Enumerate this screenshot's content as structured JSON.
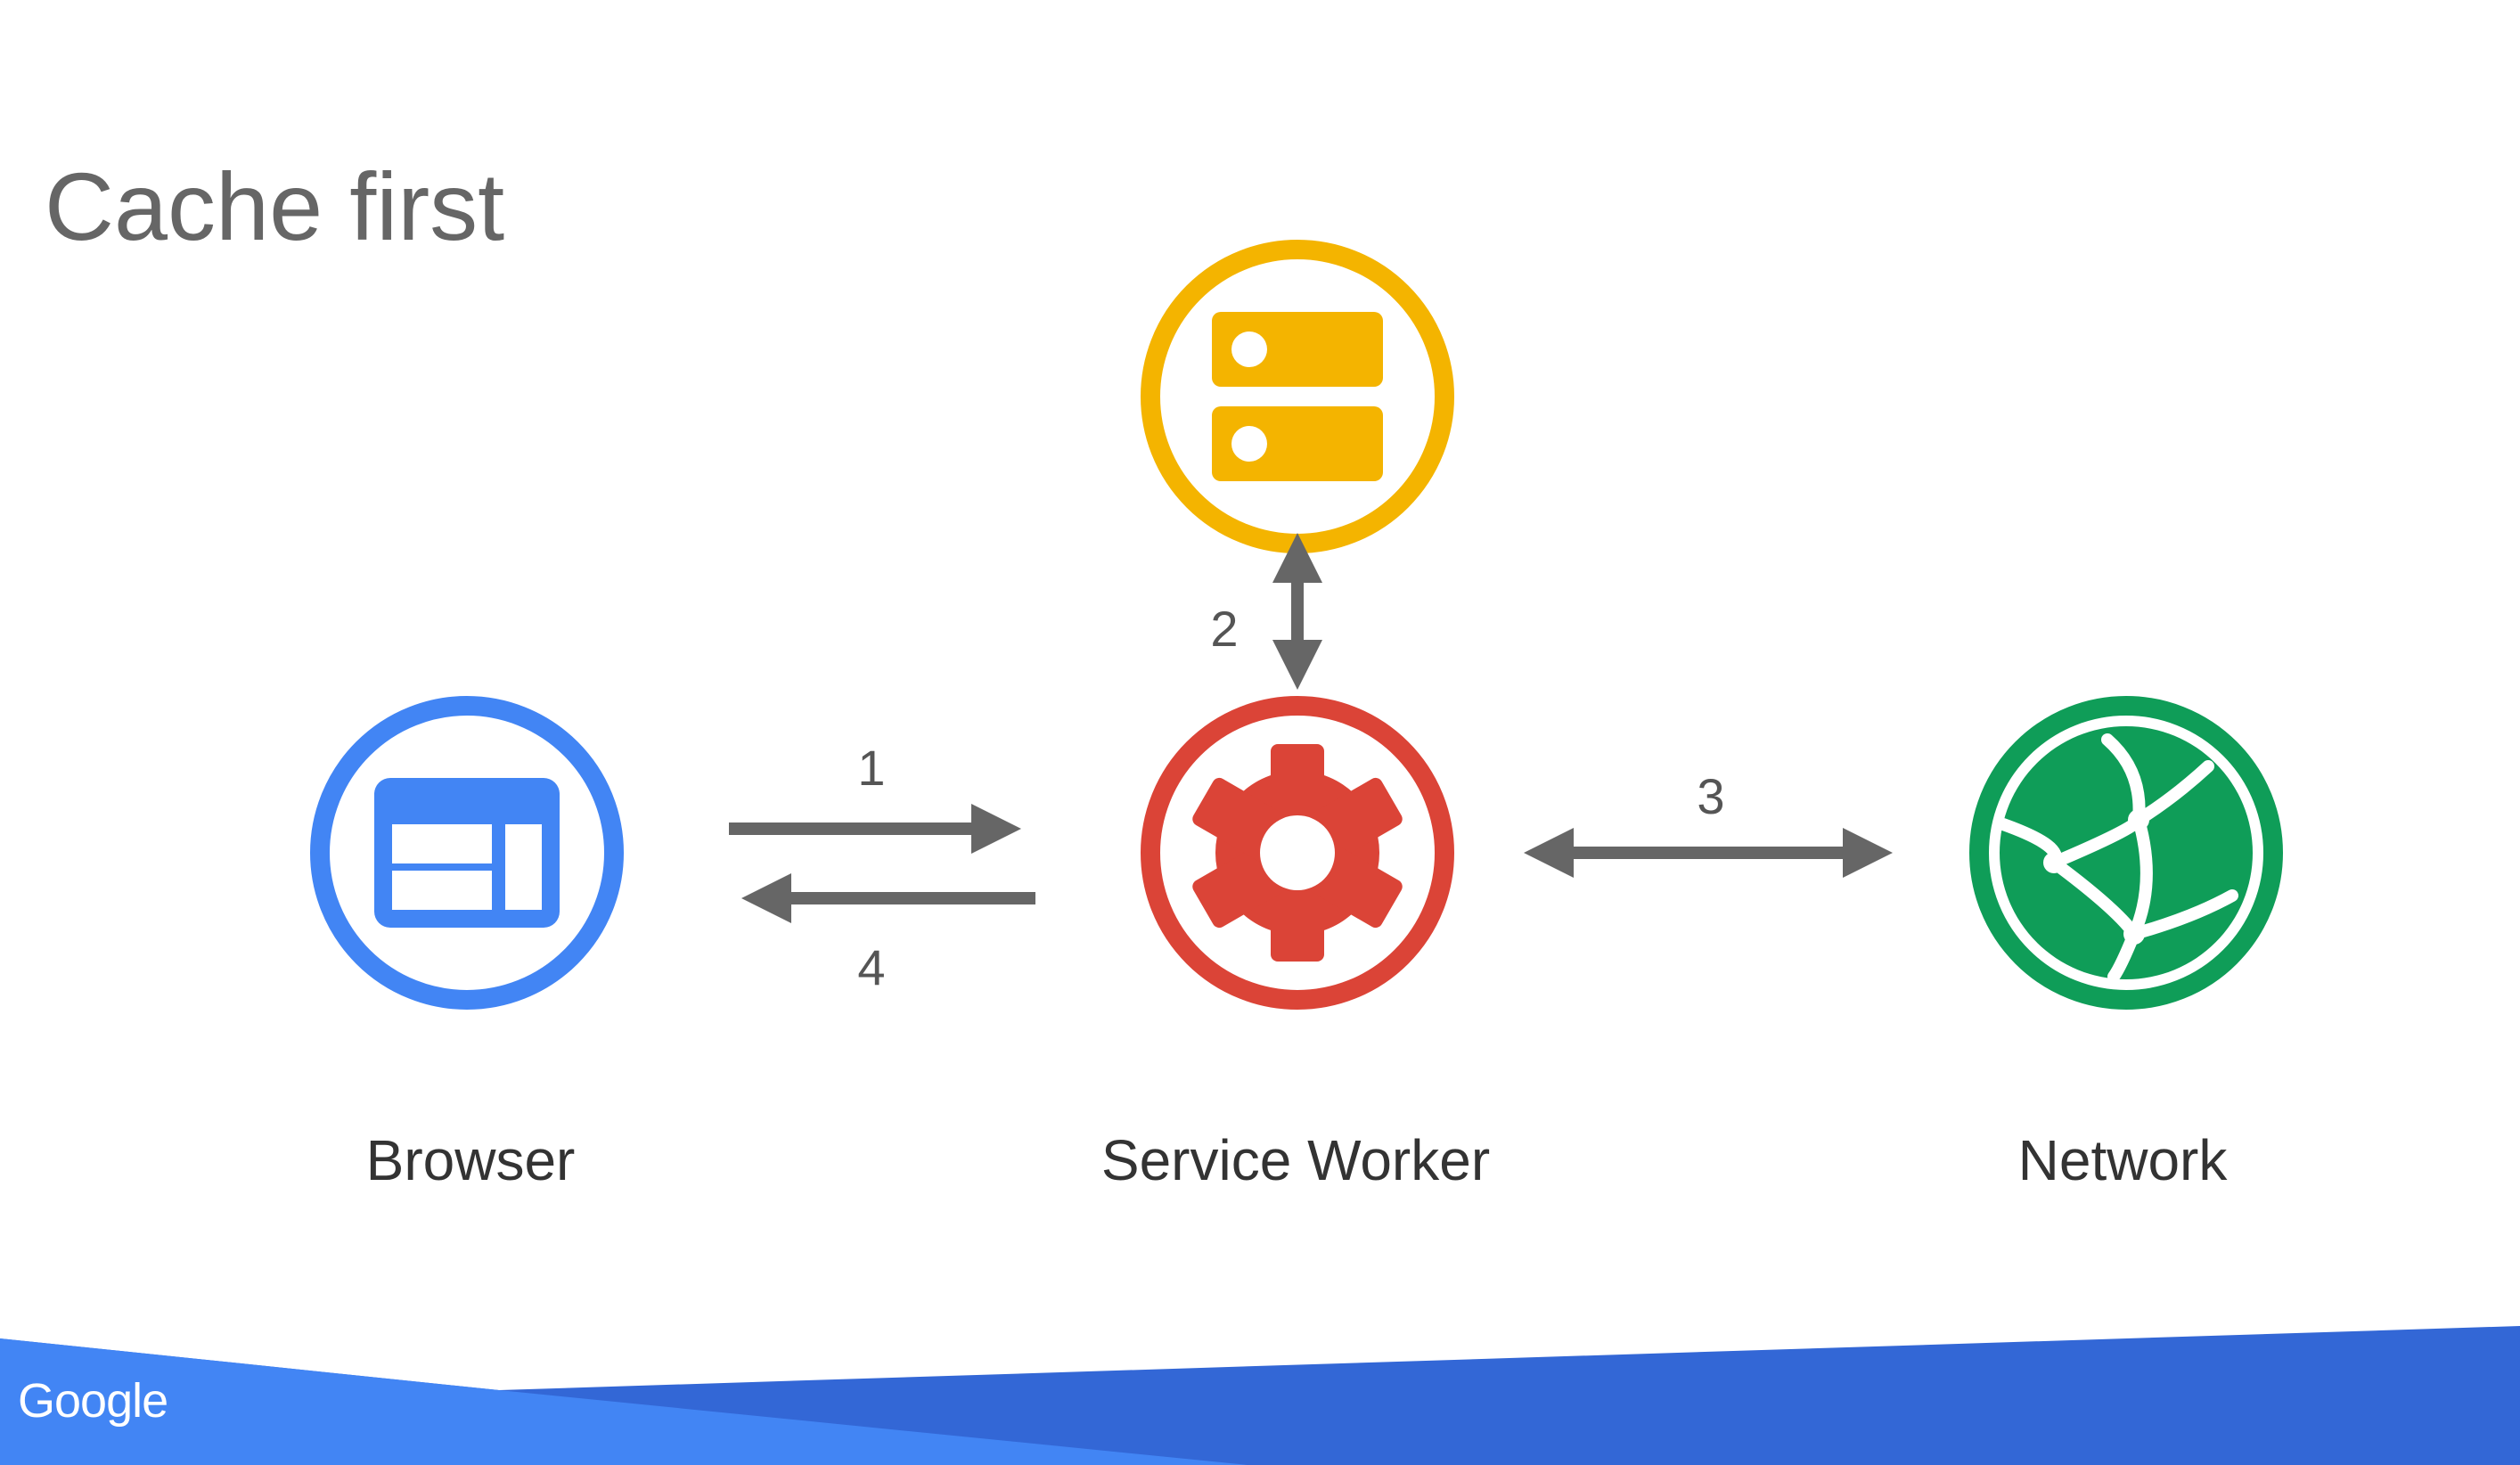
{
  "title": "Cache first",
  "nodes": {
    "browser": {
      "label": "Browser",
      "color": "#4285f4"
    },
    "service_worker": {
      "label": "Service Worker",
      "color": "#db4437"
    },
    "cache": {
      "label": "",
      "color": "#f4b400"
    },
    "network": {
      "label": "Network",
      "color": "#0f9d58"
    }
  },
  "steps": [
    "1",
    "2",
    "3",
    "4"
  ],
  "arrow_color": "#666666",
  "footer": {
    "brand": "Google",
    "colors": [
      "#4285f4",
      "#3367d6"
    ]
  }
}
